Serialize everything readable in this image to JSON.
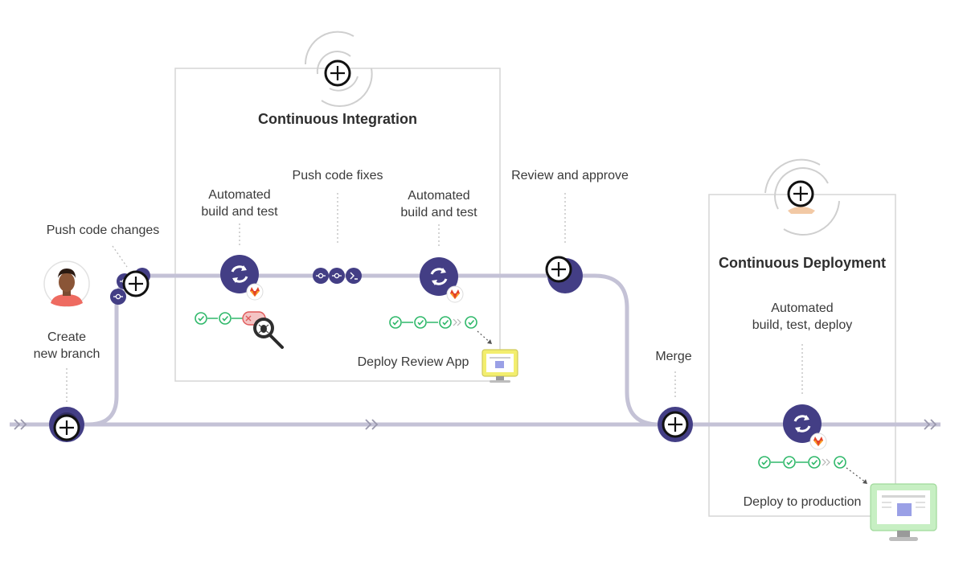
{
  "labels": {
    "continuous_integration": "Continuous Integration",
    "continuous_deployment": "Continuous Deployment",
    "push_code_changes": "Push code changes",
    "create_new_branch_1": "Create",
    "create_new_branch_2": "new branch",
    "automated_build_test_1a": "Automated",
    "automated_build_test_1b": "build and test",
    "push_code_fixes": "Push code fixes",
    "automated_build_test_2a": "Automated",
    "automated_build_test_2b": "build and test",
    "review_and_approve": "Review and approve",
    "deploy_review_app": "Deploy Review App",
    "merge": "Merge",
    "automated_build_test_deploy_1": "Automated",
    "automated_build_test_deploy_2": "build, test, deploy",
    "deploy_to_production": "Deploy to production"
  },
  "colors": {
    "pipeline_line": "#c4c2d6",
    "node_primary": "#433e85",
    "node_dark": "#312d63",
    "success_green": "#2fb86a",
    "failure_red": "#e05a5a",
    "box_border": "#d6d6d6",
    "gitlab_orange": "#e24329",
    "review_screen": "#f3ee6e",
    "prod_screen": "#c7efc3"
  }
}
